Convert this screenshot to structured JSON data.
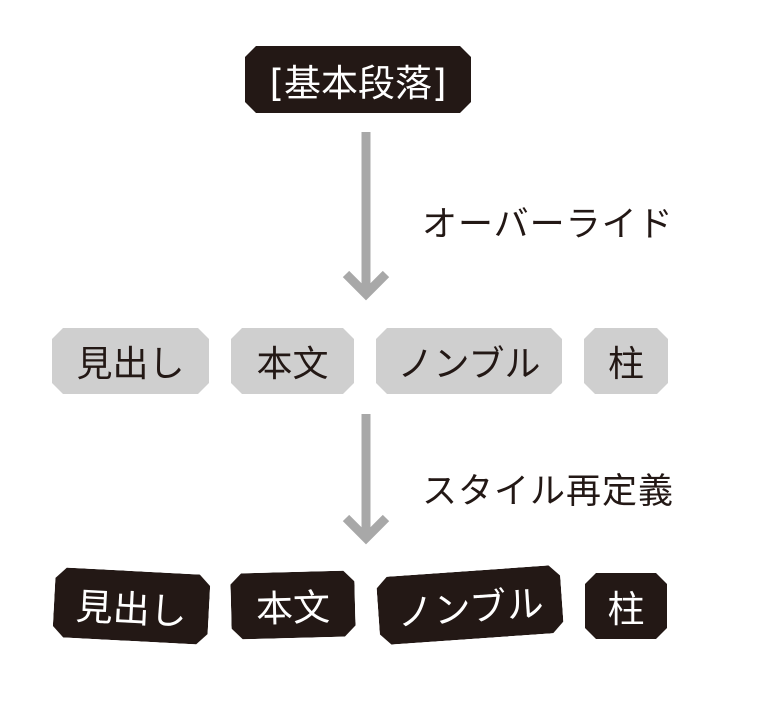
{
  "root": {
    "label": "[基本段落]"
  },
  "steps": [
    {
      "label": "オーバーライド"
    },
    {
      "label": "スタイル再定義"
    }
  ],
  "row_override": [
    {
      "label": "見出し"
    },
    {
      "label": "本文"
    },
    {
      "label": "ノンブル"
    },
    {
      "label": "柱"
    }
  ],
  "row_redefined": [
    {
      "label": "見出し"
    },
    {
      "label": "本文"
    },
    {
      "label": "ノンブル"
    },
    {
      "label": "柱"
    }
  ],
  "colors": {
    "dark_box": "#231815",
    "light_box": "#cfcfcf",
    "arrow": "#a8a8a8",
    "text": "#231815"
  }
}
